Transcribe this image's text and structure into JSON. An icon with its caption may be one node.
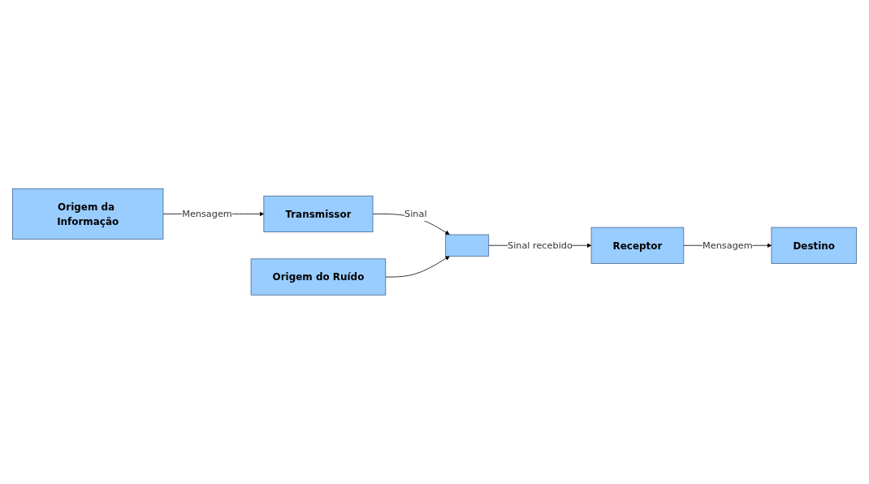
{
  "diagram": {
    "nodes": [
      {
        "text": [
          "Origem da Informação"
        ]
      },
      {
        "text": [
          "Transmissor"
        ]
      },
      {
        "text": [
          "Receptor"
        ]
      },
      {
        "text": [
          "Destino"
        ]
      },
      {
        "text": [],
        "shape": "box"
      },
      {
        "text": [
          "Origem do Ruído"
        ]
      }
    ],
    "edges": [
      {
        "from": 0,
        "to": 1,
        "arrow": "to",
        "label": "Mensagem"
      },
      {
        "from": 1,
        "to": 4,
        "arrow": "to",
        "label": "Sinal"
      },
      {
        "from": 4,
        "to": 2,
        "arrow": "to",
        "label": "Sinal recebido"
      },
      {
        "from": 2,
        "to": 3,
        "arrow": "to",
        "label": "Mensagem"
      },
      {
        "from": 5,
        "to": 4,
        "arrow": "to"
      }
    ]
  }
}
